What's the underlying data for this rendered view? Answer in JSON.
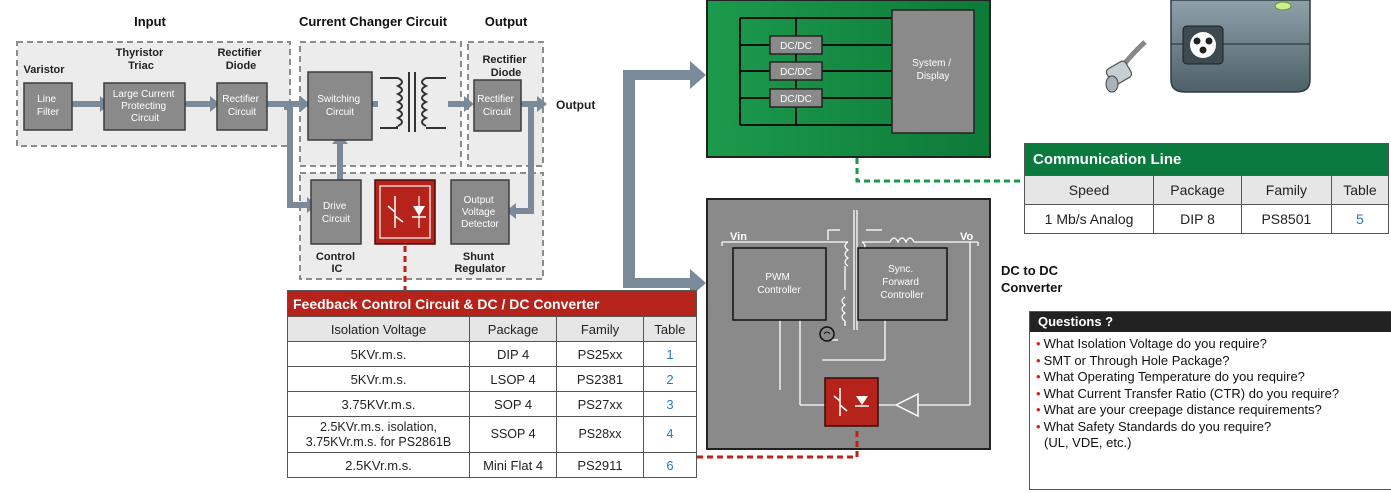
{
  "headers": {
    "input": "Input",
    "current_changer": "Current Changer Circuit",
    "output": "Output",
    "varistor": "Varistor",
    "thyristor": [
      "Thyristor",
      "Triac"
    ],
    "rectifier_diode_1": [
      "Rectifier",
      "Diode"
    ],
    "rectifier_diode_2": [
      "Rectifier",
      "Diode"
    ],
    "output_label": "Output",
    "control_ic": [
      "Control",
      "IC"
    ],
    "shunt_regulator": [
      "Shunt",
      "Regulator"
    ],
    "dc_to_dc": [
      "DC to DC",
      "Converter"
    ]
  },
  "blocks": {
    "line_filter": [
      "Line",
      "Filter"
    ],
    "large_current": [
      "Large Current",
      "Protecting",
      "Circuit"
    ],
    "rectifier_circuit_1": [
      "Rectifier",
      "Circuit"
    ],
    "switching_circuit": [
      "Switching",
      "Circuit"
    ],
    "rectifier_circuit_2": [
      "Rectifier",
      "Circuit"
    ],
    "drive_circuit": [
      "Drive",
      "Circuit"
    ],
    "output_voltage_detector": [
      "Output",
      "Voltage",
      "Detector"
    ]
  },
  "system_board": {
    "dcdc_labels": [
      "DC/DC",
      "DC/DC",
      "DC/DC"
    ],
    "system_display": [
      "System /",
      "Display"
    ]
  },
  "dc_board": {
    "vin": "Vin",
    "vo": "Vo",
    "pwm": [
      "PWM",
      "Controller"
    ],
    "sync": [
      "Sync.",
      "Forward",
      "Controller"
    ]
  },
  "feedback_table": {
    "title": "Feedback Control Circuit & DC / DC Converter",
    "columns": [
      "Isolation Voltage",
      "Package",
      "Family",
      "Table"
    ],
    "rows": [
      [
        "5KVr.m.s.",
        "DIP 4",
        "PS25xx",
        "1"
      ],
      [
        "5KVr.m.s.",
        "LSOP 4",
        "PS2381",
        "2"
      ],
      [
        "3.75KVr.m.s.",
        "SOP 4",
        "PS27xx",
        "3"
      ],
      [
        "2.5KVr.m.s. isolation,|3.75KVr.m.s. for PS2861B",
        "SSOP 4",
        "PS28xx",
        "4"
      ],
      [
        "2.5KVr.m.s.",
        "Mini Flat 4",
        "PS2911",
        "6"
      ]
    ]
  },
  "comm_table": {
    "title": "Communication Line",
    "columns": [
      "Speed",
      "Package",
      "Family",
      "Table"
    ],
    "rows": [
      [
        "1 Mb/s Analog",
        "DIP 8",
        "PS8501",
        "5"
      ]
    ]
  },
  "questions": {
    "title": "Questions ?",
    "items": [
      "What Isolation Voltage do you require?",
      "SMT or Through Hole Package?",
      "What Operating Temperature do you require?",
      "What Current Transfer Ratio (CTR) do you require?",
      "What are your creepage distance requirements?",
      "What Safety Standards do you require?"
    ],
    "extra": "(UL, VDE, etc.)"
  },
  "colors": {
    "block": "#8a8a8a",
    "arrow": "#7b8a99",
    "green": "#1a9a4a",
    "red": "#b5231b",
    "dark": "#3e3e3e",
    "link": "#2a7ab8"
  }
}
